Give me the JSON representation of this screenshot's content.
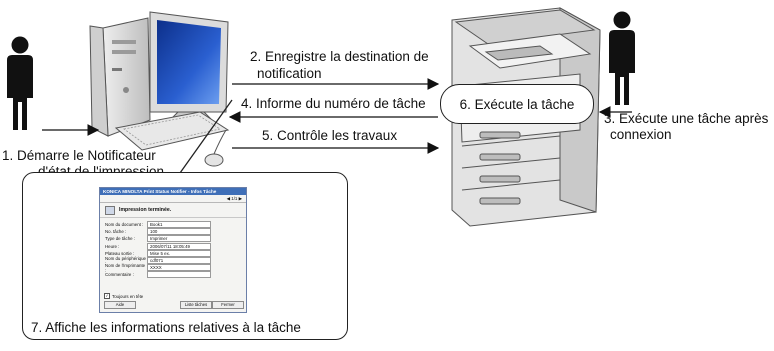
{
  "steps": {
    "s1": "1. Démarre le Notificateur",
    "s1b": "d'état de l'impression",
    "s2": "2. Enregistre la destination de",
    "s2b": "notification",
    "s3": "3. Exécute une tâche après",
    "s3b": "connexion",
    "s4": "4. Informe du numéro de tâche",
    "s5": "5. Contrôle les travaux",
    "s6": "6. Exécute la tâche",
    "s7": "7. Affiche les informations relatives à la tâche"
  },
  "window": {
    "title": "KONICA MINOLTA Print Status Notifier - Infos Tâche",
    "page": "1/1",
    "heading": "Impression terminée.",
    "fields": [
      {
        "label": "Nom du document :",
        "value": "Book1"
      },
      {
        "label": "No. tâche :",
        "value": "100"
      },
      {
        "label": "Type de tâche :",
        "value": "Imprimer"
      },
      {
        "label": "Heure :",
        "value": "2006/07/11 18:05:49"
      },
      {
        "label": "Plateau sortie :",
        "value": "Mise 5 ex."
      },
      {
        "label": "Nom du périphérique :",
        "value": "cdf071"
      },
      {
        "label": "Nom de l'imprimante :",
        "value": "XXXX"
      },
      {
        "label": "Commentaire :",
        "value": ""
      }
    ],
    "checkbox": "Toujours en tête",
    "help": "Aide",
    "list_btn": "Liste tâches",
    "close_btn": "Fermer"
  }
}
